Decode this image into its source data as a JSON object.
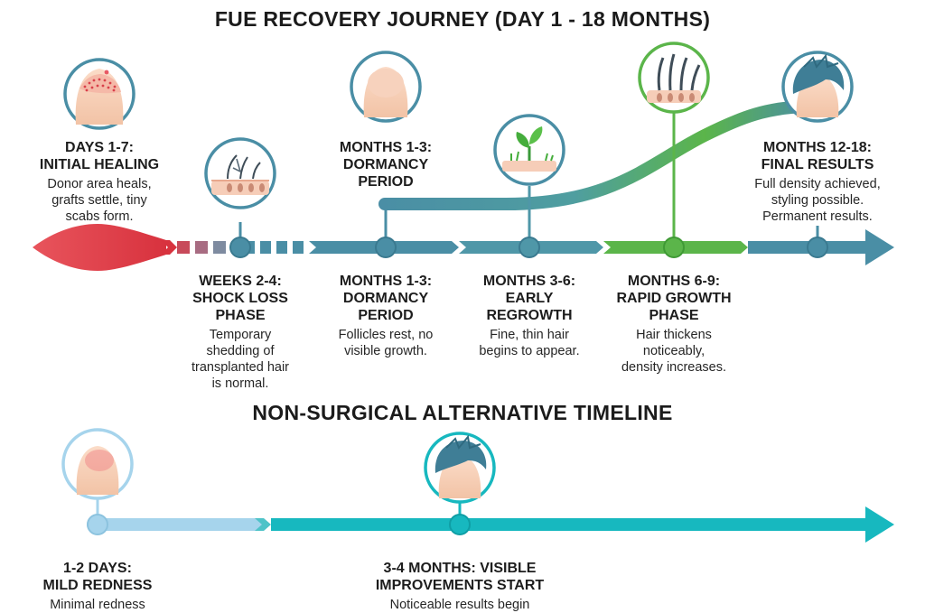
{
  "main_title": "FUE RECOVERY JOURNEY (DAY 1 - 18 MONTHS)",
  "secondary_title": "NON-SURGICAL ALTERNATIVE TIMELINE",
  "fue_stages": [
    {
      "heading": "DAYS 1-7:\nINITIAL HEALING",
      "description": "Donor area heals,\ngrafts settle, tiny\nscabs form."
    },
    {
      "heading": "WEEKS 2-4:\nSHOCK LOSS\nPHASE",
      "description": "Temporary\nshedding of\ntransplanted hair\nis normal."
    },
    {
      "heading": "MONTHS 1-3:\nDORMANCY\nPERIOD",
      "description": ""
    },
    {
      "heading": "MONTHS 1-3:\nDORMANCY\nPERIOD",
      "description": "Follicles rest, no\nvisible growth."
    },
    {
      "heading": "MONTHS 3-6:\nEARLY\nREGROWTH",
      "description": "Fine, thin hair\nbegins to appear."
    },
    {
      "heading": "MONTHS 6-9:\nRAPID GROWTH\nPHASE",
      "description": "Hair thickens\nnoticeably,\ndensity increases."
    },
    {
      "heading": "MONTHS 12-18:\nFINAL RESULTS",
      "description": "Full density achieved,\nstyling possible.\nPermanent results."
    }
  ],
  "alt_stages": [
    {
      "heading": "1-2 DAYS:\nMILD REDNESS",
      "description": "Minimal redness"
    },
    {
      "heading": "3-4 MONTHS: VISIBLE\nIMPROVEMENTS START",
      "description": "Noticeable results begin"
    }
  ],
  "icons": [
    "head-grafts-icon",
    "follicle-shedding-icon",
    "bald-head-icon",
    "sprout-icon",
    "follicle-growth-icon",
    "full-hair-head-icon",
    "red-scalp-head-icon",
    "styled-hair-head-icon"
  ],
  "colors": {
    "healing_red": "#e0404a",
    "timeline_teal": "#4a8ea5",
    "growth_green": "#5bb54a",
    "alt_light_blue": "#a6d4ec",
    "alt_teal": "#17b8bf"
  }
}
